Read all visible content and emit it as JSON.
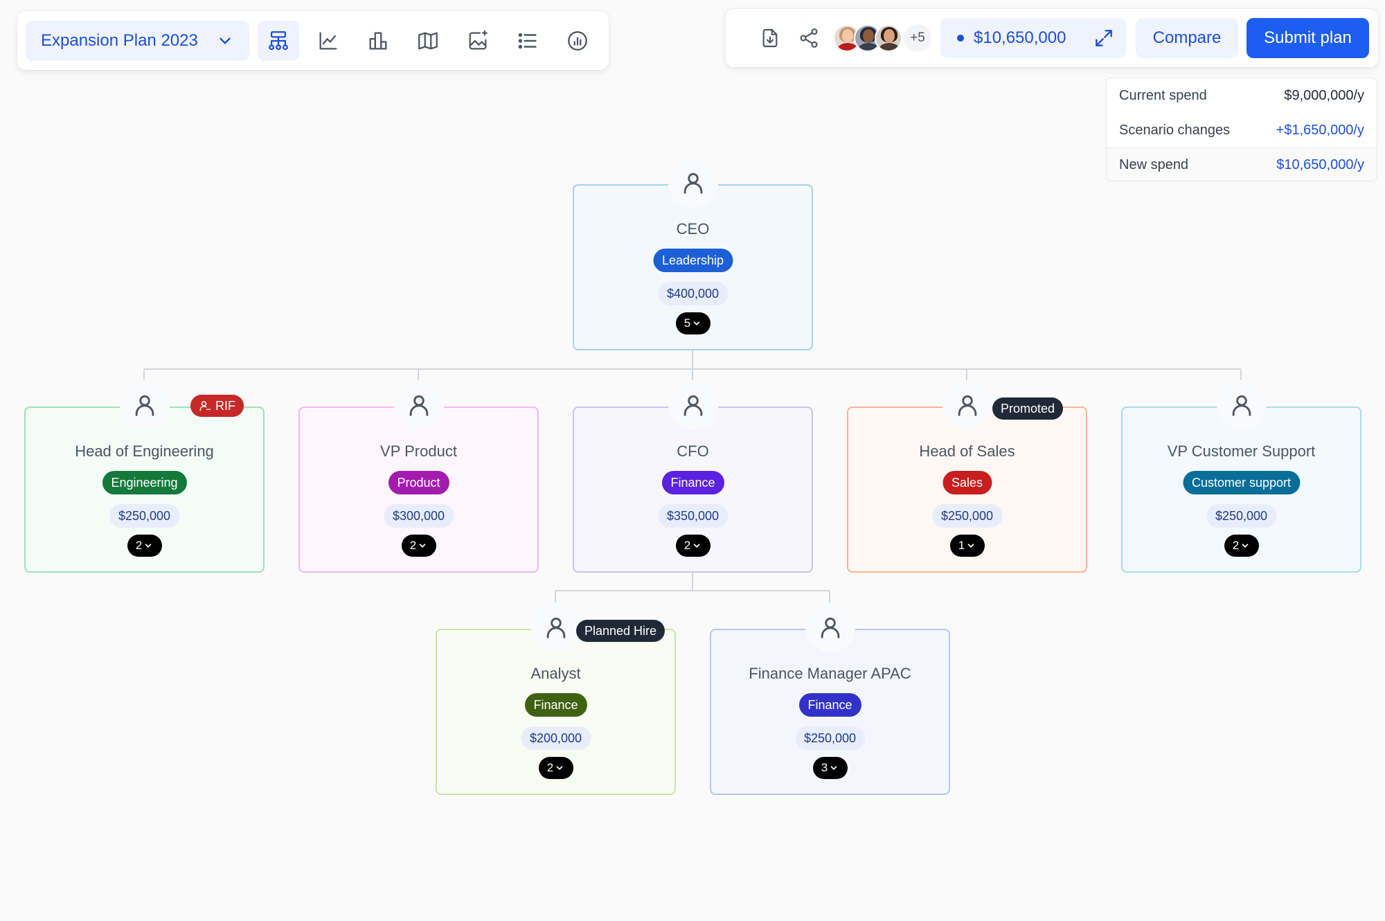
{
  "plan_selector": {
    "label": "Expansion Plan 2023"
  },
  "views": [
    {
      "name": "org-chart-view-icon",
      "active": true
    },
    {
      "name": "line-chart-view-icon",
      "active": false
    },
    {
      "name": "bar-chart-view-icon",
      "active": false
    },
    {
      "name": "map-view-icon",
      "active": false
    },
    {
      "name": "sparkle-image-view-icon",
      "active": false
    },
    {
      "name": "list-view-icon",
      "active": false
    },
    {
      "name": "gauge-chart-view-icon",
      "active": false
    }
  ],
  "collaborators": {
    "more_label": "+5"
  },
  "total": {
    "amount": "$10,650,000"
  },
  "actions": {
    "compare": "Compare",
    "submit": "Submit plan"
  },
  "spend": {
    "current_label": "Current spend",
    "current_value": "$9,000,000/y",
    "changes_label": "Scenario changes",
    "changes_value": "+$1,650,000/y",
    "new_label": "New spend",
    "new_value": "$10,650,000/y"
  },
  "colors": {
    "accent": "#1d4ed8",
    "submit": "#1d5ef0"
  },
  "nodes": {
    "ceo": {
      "title": "CEO",
      "dept": "Leadership",
      "salary": "$400,000",
      "count": "5",
      "dept_color": "#1d5fd6",
      "border": "#a5d1ec",
      "bg": "#f3f8fd"
    },
    "eng": {
      "title": "Head of Engineering",
      "dept": "Engineering",
      "salary": "$250,000",
      "count": "2",
      "dept_color": "#137a3c",
      "border": "#9ee2b6",
      "bg": "#f3fcf6",
      "badge": "RIF"
    },
    "product": {
      "title": "VP Product",
      "dept": "Product",
      "salary": "$300,000",
      "count": "2",
      "dept_color": "#a21caf",
      "border": "#f2b8f0",
      "bg": "#fdf6fd"
    },
    "cfo": {
      "title": "CFO",
      "dept": "Finance",
      "salary": "$350,000",
      "count": "2",
      "dept_color": "#5b21e0",
      "border": "#c8c3ee",
      "bg": "#f7f6fd"
    },
    "sales": {
      "title": "Head of Sales",
      "dept": "Sales",
      "salary": "$250,000",
      "count": "1",
      "dept_color": "#c81e1e",
      "border": "#f7b491",
      "bg": "#fef7f3",
      "badge": "Promoted"
    },
    "support": {
      "title": "VP Customer Support",
      "dept": "Customer support",
      "salary": "$250,000",
      "count": "2",
      "dept_color": "#0a6e99",
      "border": "#a6dceb",
      "bg": "#f3f9fd"
    },
    "analyst": {
      "title": "Analyst",
      "dept": "Finance",
      "salary": "$200,000",
      "count": "2",
      "dept_color": "#3f6212",
      "border": "#c8e6a3",
      "bg": "#f8fcf3",
      "badge": "Planned Hire"
    },
    "fin_apac": {
      "title": "Finance Manager APAC",
      "dept": "Finance",
      "salary": "$250,000",
      "count": "3",
      "dept_color": "#3232c8",
      "border": "#b5c6ee",
      "bg": "#f3f6fd"
    }
  }
}
